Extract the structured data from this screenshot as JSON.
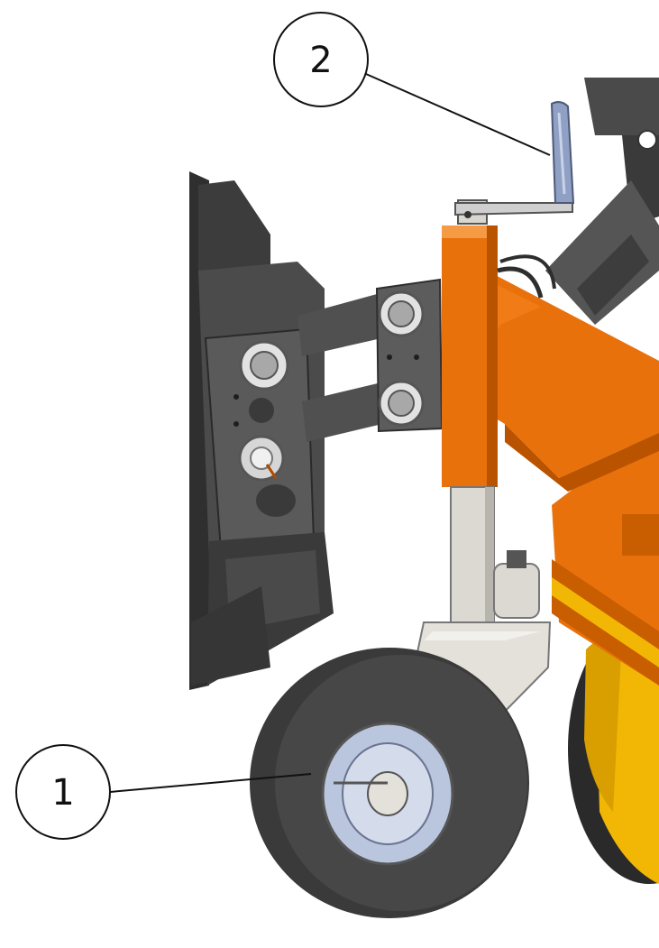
{
  "callouts": [
    {
      "label": "1",
      "part": "support-wheel"
    },
    {
      "label": "2",
      "part": "crank-handle"
    }
  ],
  "colors": {
    "frame_orange": "#e8710c",
    "frame_orange_dark": "#b95300",
    "brush_yellow": "#f2b705",
    "steel_dark": "#4a4a4a",
    "steel_darker": "#2f2f2f",
    "tire": "#3a3a3a",
    "light_steel": "#d9d6d0",
    "hub_blue": "#b9c6de",
    "handle_blue": "#8fa0c4"
  }
}
